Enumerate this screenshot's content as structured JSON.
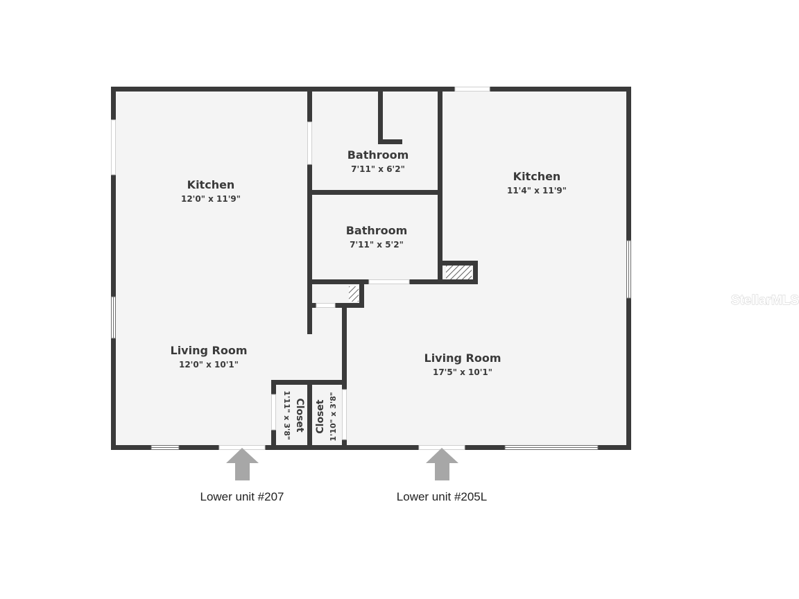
{
  "colors": {
    "wall": "#3a3a3a",
    "floor": "#f4f4f4",
    "opening": "#ffffff",
    "arrow": "#a7a7a7"
  },
  "rooms": {
    "kitchen_left": {
      "name": "Kitchen",
      "dims": "12'0\" x 11'9\""
    },
    "living_left": {
      "name": "Living Room",
      "dims": "12'0\" x 10'1\""
    },
    "bath_top": {
      "name": "Bathroom",
      "dims": "7'11\" x 6'2\""
    },
    "bath_mid": {
      "name": "Bathroom",
      "dims": "7'11\" x 5'2\""
    },
    "kitchen_right": {
      "name": "Kitchen",
      "dims": "11'4\" x 11'9\""
    },
    "living_right": {
      "name": "Living Room",
      "dims": "17'5\" x 10'1\""
    },
    "closet_a": {
      "name": "Closet",
      "dims": "1'11\" x 3'8\""
    },
    "closet_b": {
      "name": "Closet",
      "dims": "1'10\" x 3'8\""
    }
  },
  "entries": {
    "unit_207": {
      "label": "Lower unit #207",
      "icon": "up-arrow-icon"
    },
    "unit_205l": {
      "label": "Lower unit #205L",
      "icon": "up-arrow-icon"
    }
  },
  "watermark": {
    "text": "StellarMLS"
  }
}
